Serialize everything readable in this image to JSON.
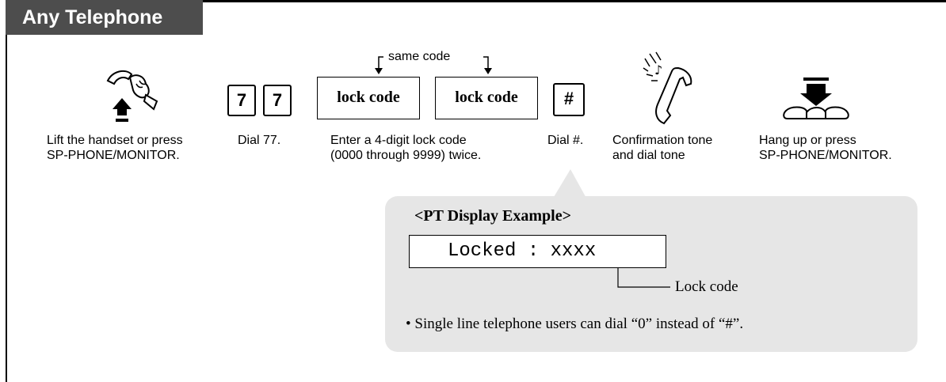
{
  "header": {
    "title": "Any Telephone"
  },
  "steps": {
    "lift": {
      "caption_line1": "Lift the handset or press",
      "caption_line2": "SP-PHONE/MONITOR.",
      "icon": "handset-lift-icon"
    },
    "dial77": {
      "keys": [
        "7",
        "7"
      ],
      "caption": "Dial 77."
    },
    "lock_code": {
      "same_code_label": "same code",
      "box1": "lock code",
      "box2": "lock code",
      "caption_line1": "Enter a 4-digit lock code",
      "caption_line2": "(0000 through 9999) twice."
    },
    "dial_hash": {
      "key": "#",
      "caption": "Dial #."
    },
    "tone": {
      "caption_line1": "Confirmation tone",
      "caption_line2": "and dial tone",
      "icon": "ringing-handset-icon"
    },
    "hangup": {
      "caption_line1": "Hang up or press",
      "caption_line2": "SP-PHONE/MONITOR.",
      "icon": "handset-hangup-icon"
    }
  },
  "display_example": {
    "title": "<PT Display Example>",
    "lcd_text": "Locked : xxxx",
    "lock_code_label": "Lock code",
    "note": "• Single line telephone users can dial “0” instead of “#”."
  },
  "colors": {
    "tab_background": "#4d4d4d",
    "panel_background": "#e6e6e6"
  }
}
